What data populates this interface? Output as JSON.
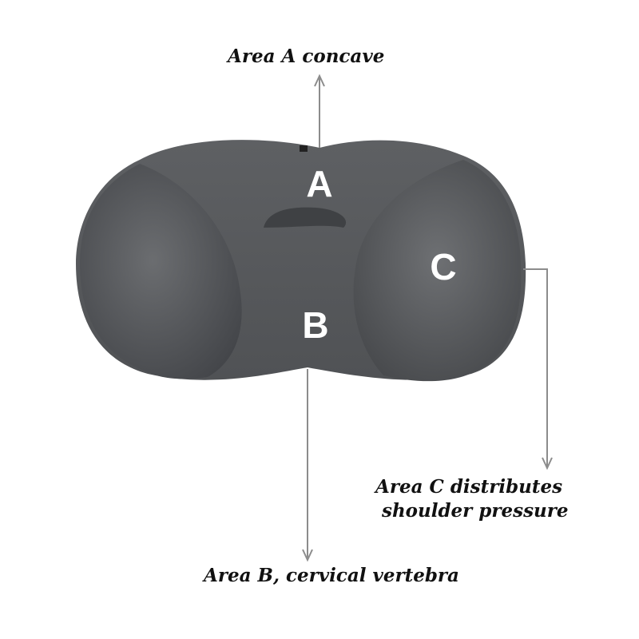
{
  "zones": {
    "a": "A",
    "b": "B",
    "c": "C"
  },
  "labels": {
    "area_a": "Area A concave",
    "area_c_line1": "Area C distributes",
    "area_c_line2": "shoulder pressure",
    "area_b": "Area B, cervical vertebra"
  },
  "colors": {
    "pillow": "#5a5c5e",
    "arrow": "#8c8c8c",
    "text": "#111111"
  }
}
